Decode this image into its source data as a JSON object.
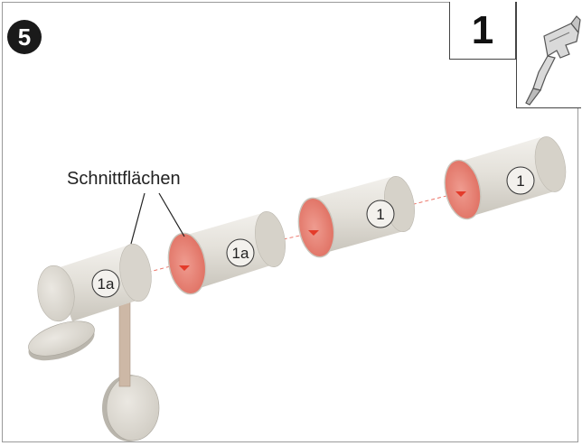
{
  "step_number": "5",
  "panel_number": "1",
  "tool_icon": "welding-torch-icon",
  "callout_label": "Schnittflächen",
  "parts": [
    {
      "label": "1a"
    },
    {
      "label": "1a"
    },
    {
      "label": "1"
    },
    {
      "label": "1"
    }
  ],
  "colors": {
    "cylinder": "#e2dfd8",
    "cut_face": "#e8877a",
    "laser": "#e43b2a",
    "badge": "#1a1a1a"
  }
}
